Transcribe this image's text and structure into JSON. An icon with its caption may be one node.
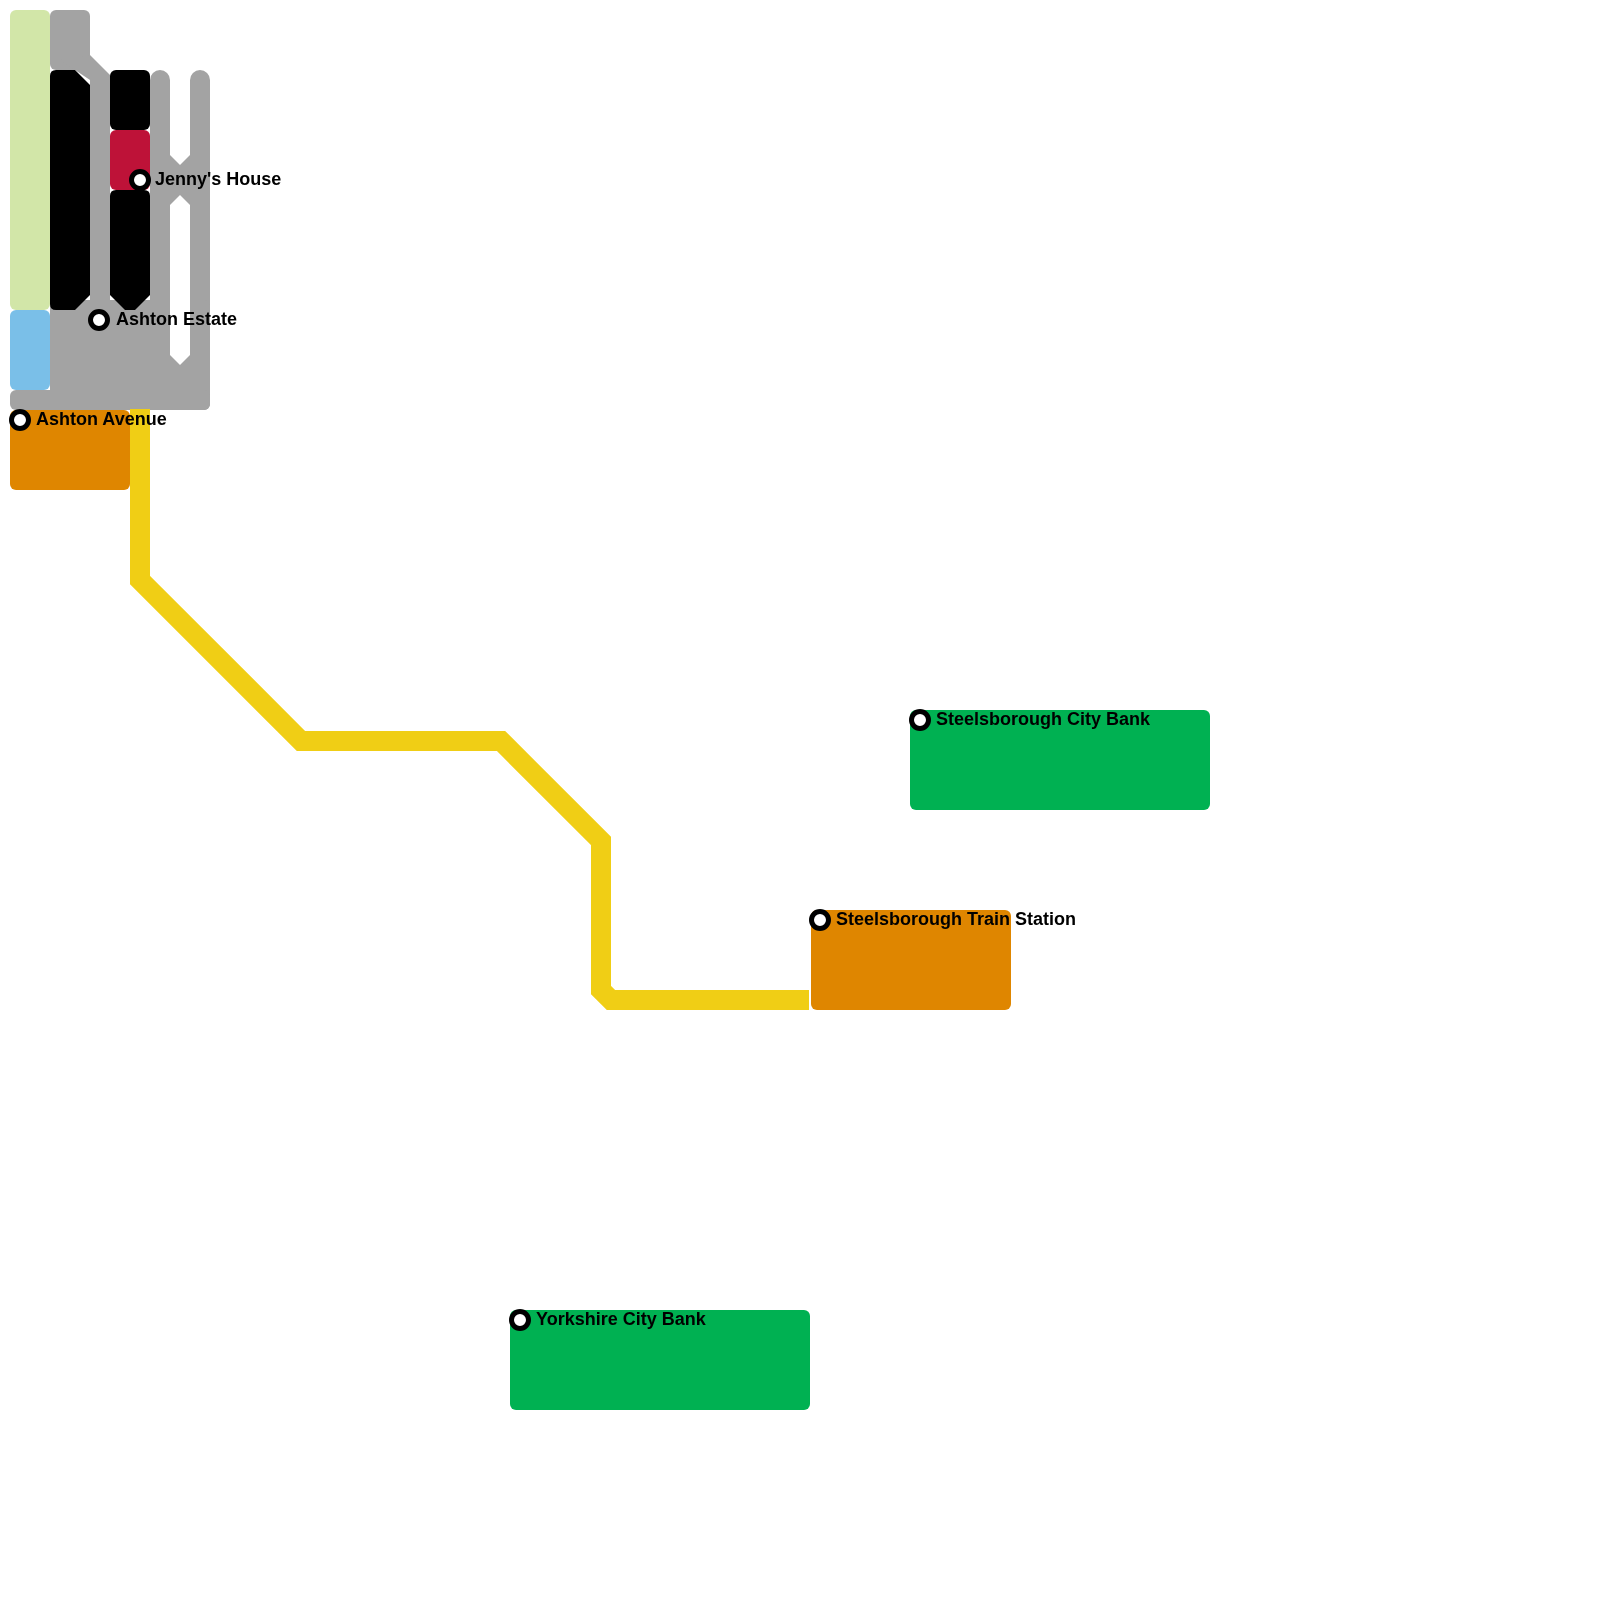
{
  "diagram": {
    "nodes": [
      {
        "text": [
          "Jenny's House"
        ]
      },
      {
        "text": [
          "Ashton Estate"
        ]
      },
      {
        "text": [
          "Ashton Avenue"
        ]
      },
      {
        "text": [
          "Steelsborough City Bank"
        ]
      },
      {
        "text": [
          "Steelsborough Train Station"
        ]
      },
      {
        "text": [
          "Yorkshire City Bank"
        ]
      }
    ],
    "edges": [
      {
        "from": 2,
        "to": 4,
        "arrow": "none",
        "color": "#f0ce15"
      }
    ]
  }
}
